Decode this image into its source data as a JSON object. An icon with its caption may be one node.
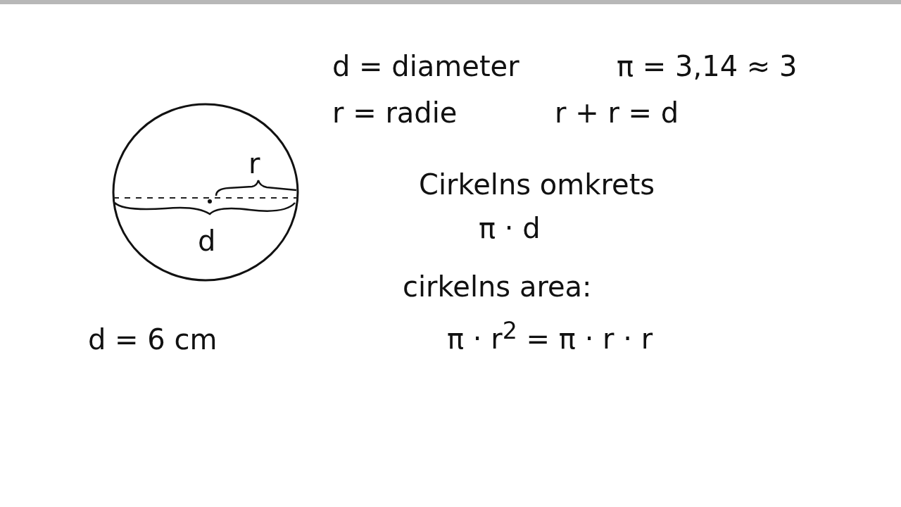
{
  "diagram": {
    "nodes": [
      {
        "text": [
          "r",
          "d"
        ]
      }
    ],
    "labels": [
      "d = 6 cm",
      "d = diameter",
      "π = 3,14 ≈ 3",
      "r = radie",
      "r + r = d",
      "Cirkelns omkrets",
      "π · d",
      "cirkelns area:",
      "π · r$^{2}$ = π · r · r"
    ]
  }
}
